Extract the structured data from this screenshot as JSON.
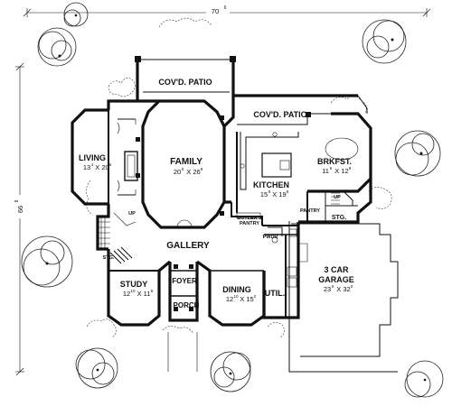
{
  "overall": {
    "width": "70",
    "width_sup": "6",
    "depth": "66",
    "depth_sup": "8"
  },
  "rooms": {
    "covd_patio_1": {
      "name": "COV'D. PATIO"
    },
    "covd_patio_2": {
      "name": "COV'D. PATIO"
    },
    "living": {
      "name": "LIVING",
      "size": "13",
      "size_sup": "4",
      "x": "X 20",
      "x_sup": "6"
    },
    "family": {
      "name": "FAMILY",
      "size": "20",
      "size_sup": "0",
      "x": "X 26",
      "x_sup": "8"
    },
    "kitchen": {
      "name": "KITCHEN",
      "size": "15",
      "size_sup": "8",
      "x": "X 19",
      "x_sup": "8"
    },
    "brkfst": {
      "name": "BRKFST.",
      "size": "11",
      "size_sup": "6",
      "x": "X 12",
      "x_sup": "8"
    },
    "gallery": {
      "name": "GALLERY"
    },
    "study": {
      "name": "STUDY",
      "size": "12",
      "size_sup": "10",
      "x": "X 11",
      "x_sup": "6"
    },
    "foyer": {
      "name": "FOYER"
    },
    "porch": {
      "name": "PORCH"
    },
    "dining": {
      "name": "DINING",
      "size": "12",
      "size_sup": "10",
      "x": "X 15",
      "x_sup": "2"
    },
    "util": {
      "name": "UTIL."
    },
    "garage": {
      "name": "3 CAR",
      "name2": "GARAGE",
      "size": "23",
      "size_sup": "0",
      "x": "X 32",
      "x_sup": "0"
    },
    "butlers": {
      "name": "BUTLER'S",
      "name2": "PANTRY"
    },
    "pantry": {
      "name": "PANTRY"
    },
    "stg_right": {
      "name": "STG."
    },
    "stg_left": {
      "name": "STG."
    },
    "pwdr": {
      "name": "PWDR"
    },
    "up_right": {
      "name": "UP"
    },
    "up_left": {
      "name": "UP"
    }
  }
}
